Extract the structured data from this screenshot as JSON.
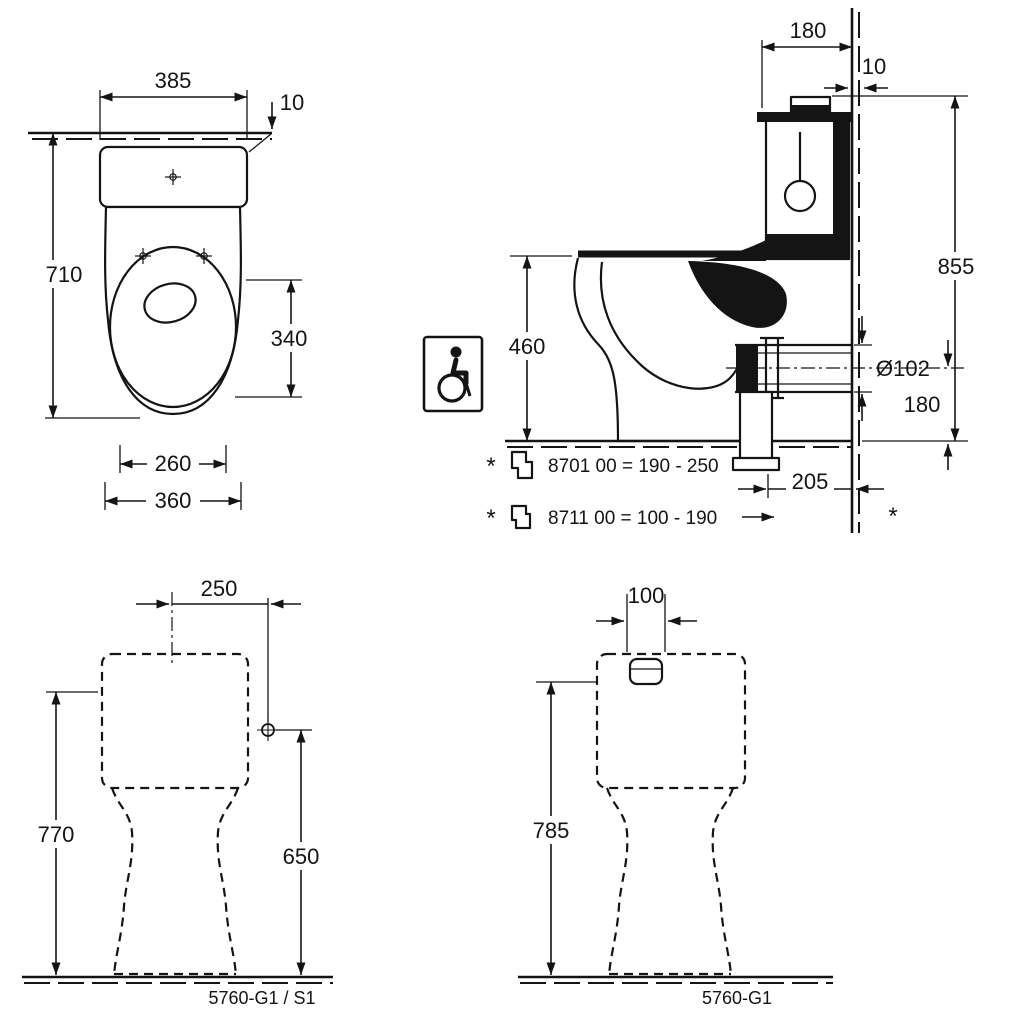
{
  "views": {
    "top": {
      "w385": "385",
      "g10": "10",
      "d710": "710",
      "l340": "340",
      "w260": "260",
      "w360": "360"
    },
    "side": {
      "d180": "180",
      "g10": "10",
      "h855": "855",
      "h460": "460",
      "dia": "Ø102",
      "h180": "180",
      "d205": "205",
      "star": "*",
      "note1": "8701 00 = 190 - 250",
      "note2": "8711 00 = 100 - 190"
    },
    "front": {
      "off250": "250",
      "h770": "770",
      "h650": "650",
      "code": "5760-G1 / S1"
    },
    "rear": {
      "w100": "100",
      "h785": "785",
      "code": "5760-G1"
    }
  }
}
